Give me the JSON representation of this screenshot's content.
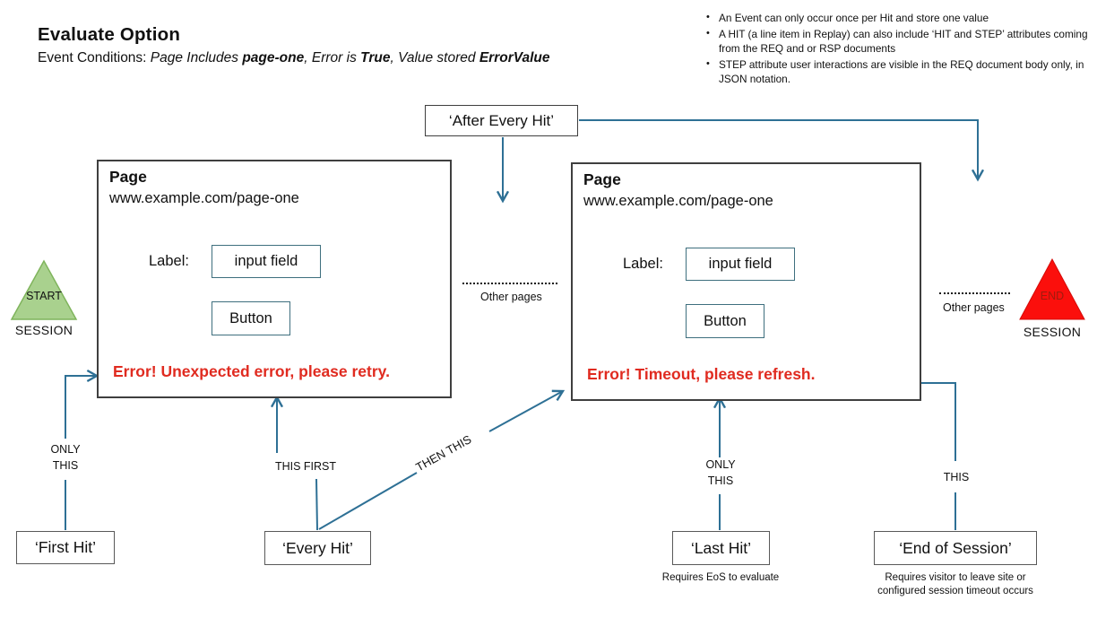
{
  "colors": {
    "arrow": "#2e7095",
    "error": "#e02b20",
    "green-fill": "#a9d18e",
    "green-border": "#7fb45c",
    "red-fill": "#fb0f0c",
    "red-text": "#9e1c0e",
    "box-border": "#3f3f3f",
    "widget-border": "#3e6f7e"
  },
  "header": {
    "title": "Evaluate Option",
    "conditions": {
      "label": "Event Conditions: ",
      "seg1": "Page Includes ",
      "seg1_value": "page-one",
      "sep1": ", ",
      "seg2": "Error is ",
      "seg2_value": "True",
      "sep2": ", ",
      "seg3": "Value stored ",
      "seg3_value": "ErrorValue"
    }
  },
  "notes": {
    "items": [
      "An Event can only occur once per Hit and store one value",
      "A HIT (a line item in Replay) can also include ‘HIT and STEP’ attributes coming from the REQ and or RSP documents",
      "STEP attribute user interactions  are visible in the REQ document body only, in JSON notation."
    ]
  },
  "after_every_hit": {
    "label": "‘After Every Hit’"
  },
  "pages": {
    "left": {
      "title": "Page",
      "url": "www.example.com/page-one",
      "field_label": "Label:",
      "input_text": "input field",
      "button_text": "Button",
      "error": "Error! Unexpected error, please retry."
    },
    "right": {
      "title": "Page",
      "url": "www.example.com/page-one",
      "field_label": "Label:",
      "input_text": "input field",
      "button_text": "Button",
      "error": "Error! Timeout, please refresh."
    }
  },
  "session": {
    "start": {
      "triangle": "START",
      "caption": "SESSION"
    },
    "end": {
      "triangle": "END",
      "caption": "SESSION"
    }
  },
  "other_pages": {
    "left": "Other pages",
    "right": "Other pages"
  },
  "flow_labels": {
    "only_this_left": "ONLY\nTHIS",
    "this_first": "THIS FIRST",
    "then_this": "THEN THIS",
    "only_this_right": "ONLY\nTHIS",
    "this": "THIS"
  },
  "hit_boxes": {
    "first": "‘First Hit’",
    "every": "‘Every Hit’",
    "last": "‘Last Hit’",
    "end": "‘End of Session’"
  },
  "captions": {
    "last_hit": "Requires EoS to evaluate",
    "end_of_session": "Requires visitor to leave site or\nconfigured session timeout occurs"
  }
}
